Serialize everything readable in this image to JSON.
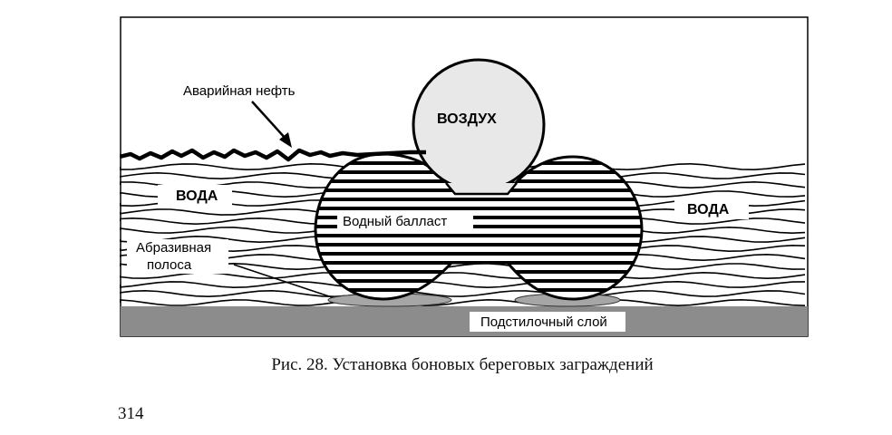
{
  "figure": {
    "labels": {
      "spilled_oil": "Аварийная нефть",
      "air": "ВОЗДУХ",
      "water_left": "ВОДА",
      "water_right": "ВОДА",
      "water_ballast": "Водный балласт",
      "abrasive_strip_line1": "Абразивная",
      "abrasive_strip_line2": "полоса",
      "bedding_layer": "Подстилочный слой"
    },
    "colors": {
      "ink": "#000000",
      "air_chamber": "#e8e8e8",
      "ground": "#8c8c8c",
      "abrasive_pad": "#a6a6a6"
    }
  },
  "caption": "Рис. 28. Установка боновых береговых заграждений",
  "page_number": "314"
}
